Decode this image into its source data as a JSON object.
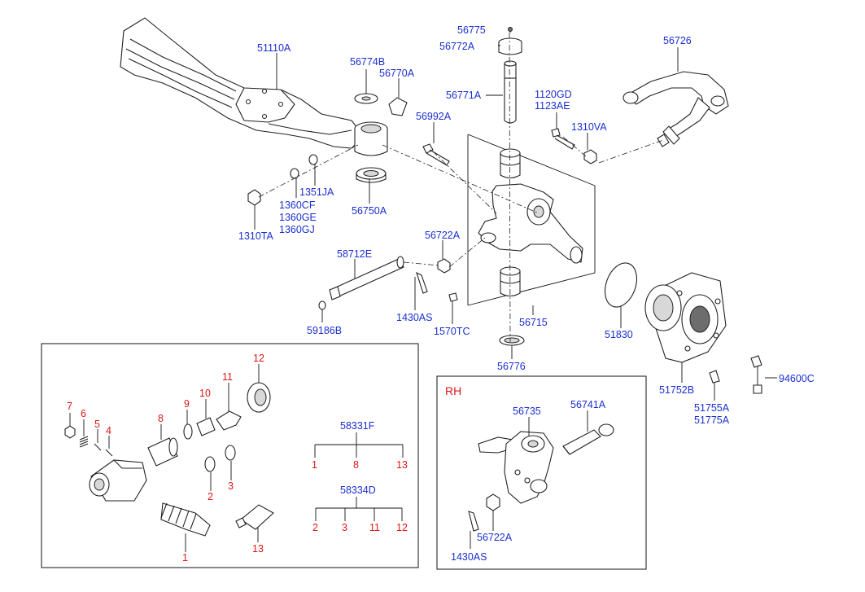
{
  "colors": {
    "label_main": "#1a2fd0",
    "label_sub": "#e01515",
    "line": "#111111"
  },
  "labels": {
    "p56775": "56775",
    "p56772A": "56772A",
    "p56726": "56726",
    "p51110A": "51110A",
    "p56774B": "56774B",
    "p56770A": "56770A",
    "p56771A": "56771A",
    "p1120GD": "1120GD",
    "p1123AE": "1123AE",
    "p56992A": "56992A",
    "p1310VA": "1310VA",
    "p1351JA": "1351JA",
    "p1360CF": "1360CF",
    "p1360GE": "1360GE",
    "p1360GJ": "1360GJ",
    "p56750A": "56750A",
    "p1310TA": "1310TA",
    "p58712E": "58712E",
    "p56722A": "56722A",
    "p59186B": "59186B",
    "p1430AS": "1430AS",
    "p1570TC": "1570TC",
    "p56715": "56715",
    "p51830": "51830",
    "p56776": "56776",
    "p51752B": "51752B",
    "p51755A": "51755A",
    "p51775A": "51775A",
    "p94600C": "94600C"
  },
  "kit_box": {
    "numbers": [
      "1",
      "2",
      "3",
      "4",
      "5",
      "6",
      "7",
      "8",
      "9",
      "10",
      "11",
      "12",
      "13"
    ],
    "tree_1": {
      "code": "58331F",
      "children": [
        "1",
        "8",
        "13"
      ]
    },
    "tree_2": {
      "code": "58334D",
      "children": [
        "2",
        "3",
        "11",
        "12"
      ]
    }
  },
  "rh_box": {
    "title": "RH",
    "p56735": "56735",
    "p56741A": "56741A",
    "p56722A": "56722A",
    "p1430AS": "1430AS"
  },
  "icons": [
    "axle-beam-icon",
    "knuckle-icon",
    "steering-arm-icon",
    "tie-rod-end-icon",
    "king-pin-icon",
    "bushing-icon",
    "bearing-icon",
    "nut-icon",
    "bolt-icon",
    "washer-icon",
    "cotter-pin-icon",
    "o-ring-icon",
    "brake-backing-plate-icon",
    "grease-nipple-icon",
    "boot-icon",
    "spring-icon",
    "grease-tube-icon"
  ]
}
